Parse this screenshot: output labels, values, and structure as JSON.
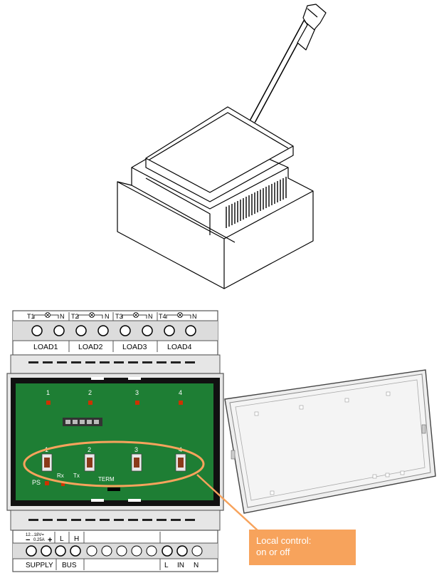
{
  "top_terminals": {
    "groups": [
      "T1",
      "T2",
      "T3",
      "T4"
    ],
    "neutral": "N",
    "loads": [
      "LOAD1",
      "LOAD2",
      "LOAD3",
      "LOAD4"
    ]
  },
  "board": {
    "led_numbers": [
      "1",
      "2",
      "3",
      "4"
    ],
    "button_numbers": [
      "1",
      "2",
      "3",
      "4"
    ],
    "ps_label": "PS",
    "rx_label": "Rx",
    "tx_label": "Tx",
    "term_label": "TERM"
  },
  "bottom_terminals": {
    "supply_spec_line1": "12...18V=",
    "supply_spec_line2": "0.25A",
    "minus": "−",
    "plus": "+",
    "l": "L",
    "h": "H",
    "supply": "SUPPLY",
    "bus": "BUS",
    "in_l": "L",
    "in": "IN",
    "in_n": "N"
  },
  "callout": {
    "line1": "Local control:",
    "line2": "on or off",
    "color": "#f7a35c"
  },
  "colors": {
    "pcb": "#1e7e34",
    "led": "#cc3300",
    "highlight": "#f7a35c"
  }
}
